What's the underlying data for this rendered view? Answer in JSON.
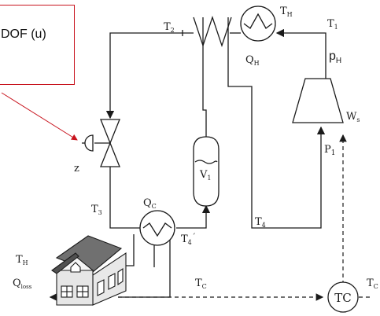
{
  "annotation": {
    "text": "DOF (u)",
    "color": "#c8141e"
  },
  "labels": {
    "T1": "T",
    "T1_sub": "1",
    "T2": "T",
    "T2_sub": "2",
    "T3": "T",
    "T3_sub": "3",
    "T4": "T",
    "T4_sub": "4",
    "T4p": "T",
    "T4p_sub": "4",
    "TH_top": "T",
    "TH_top_sub": "H",
    "TH_house": "T",
    "TH_house_sub": "H",
    "Tc": "T",
    "Tc_sub": "C",
    "Tc_right": "T",
    "Tc_right_sub": "C",
    "pH": "p",
    "pH_sub": "H",
    "P1": "P",
    "P1_sub": "1",
    "QH": "Q",
    "QH_sub": "H",
    "QC": "Q",
    "QC_sub": "C",
    "Qloss": "Q",
    "Qloss_sub": "loss",
    "Ws": "W",
    "Ws_sub": "s",
    "V1": "V",
    "V1_sub": "1",
    "z": "z",
    "TC": "TC"
  }
}
